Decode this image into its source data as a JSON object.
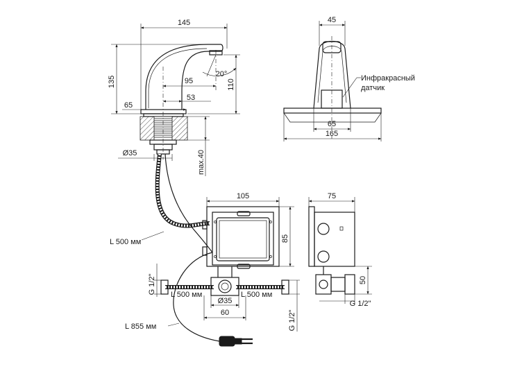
{
  "dimensions": {
    "spout_reach": "145",
    "spout_height": "135",
    "outlet_angle": "20°",
    "outlet_to_axis": "95",
    "outlet_height": "110",
    "inner_53": "53",
    "base_65": "65",
    "shank_dia": "Ø35",
    "max_thickness": "max.40",
    "front_width": "45",
    "plate_65": "65",
    "plate_165": "165",
    "box_width": "105",
    "box_height": "85",
    "box_depth": "75",
    "valve_height": "50",
    "thread_g_half_side": "G 1/2\"",
    "thread_g_half_left": "G 1/2\"",
    "thread_g_half_bottom": "G 1/2\"",
    "hose_left": "L 500 мм",
    "hose_right": "L 500 мм",
    "hose_top": "L 500 мм",
    "cable": "L 855 мм",
    "ring_dia": "Ø35",
    "valve_spacing": "60"
  },
  "labels": {
    "sensor_line1": "Инфракрасный",
    "sensor_line2": "датчик"
  }
}
